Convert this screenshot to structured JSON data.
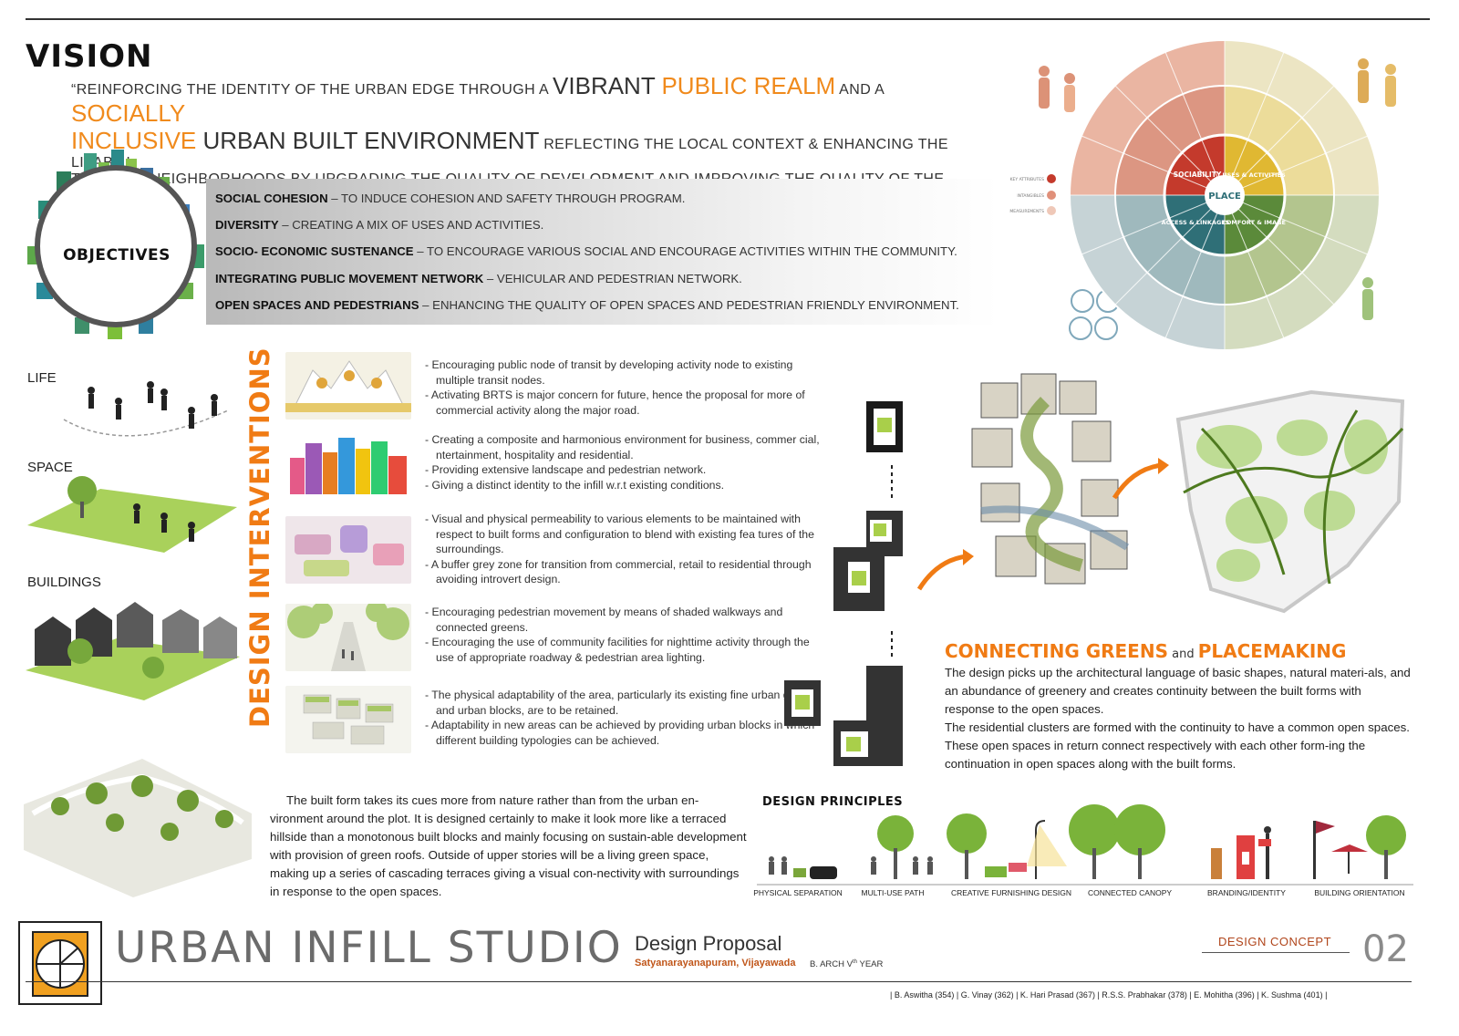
{
  "vision": {
    "title": "VISION",
    "quote_line1": [
      {
        "text": "“REINFORCING THE IDENTITY OF THE URBAN EDGE THROUGH A ",
        "style": "s"
      },
      {
        "text": "VIBRANT ",
        "style": "b"
      },
      {
        "text": "PUBLIC REALM",
        "style": "bo"
      },
      {
        "text": " AND A ",
        "style": "s"
      },
      {
        "text": "SOCIALLY",
        "style": "bo"
      }
    ],
    "quote_line2": [
      {
        "text": "INCLUSIVE",
        "style": "bo"
      },
      {
        "text": " URBAN BUILT ENVIRONMENT",
        "style": "b"
      },
      {
        "text": " REFLECTING THE LOCAL CONTEXT & ENHANCING THE LIVABILI-",
        "style": "s"
      }
    ],
    "quote_line3": "TY OF ALL NEIGHBORHOODS BY UPGRADING THE QUALITY OF DEVELOPMENT AND IMPROVING THE QUALITY OF THE PUBLIC"
  },
  "objectives": {
    "label": "OBJECTIVES",
    "items": [
      {
        "head": "SOCIAL COHESION",
        "text": " – TO INDUCE COHESION AND SAFETY THROUGH PROGRAM."
      },
      {
        "head": "DIVERSITY",
        "text": " – CREATING A MIX OF USES AND ACTIVITIES."
      },
      {
        "head": "SOCIO- ECONOMIC SUSTENANCE",
        "text": " – TO ENCOURAGE VARIOUS SOCIAL AND ENCOURAGE ACTIVITIES WITHIN THE COMMUNITY."
      },
      {
        "head": "INTEGRATING PUBLIC MOVEMENT NETWORK",
        "text": " – VEHICULAR AND PEDESTRIAN NETWORK."
      },
      {
        "head": "OPEN SPACES AND PEDESTRIANS",
        "text": " – ENHANCING THE QUALITY OF OPEN SPACES AND PEDESTRIAN FRIENDLY ENVIRONMENT."
      }
    ]
  },
  "place_diagram": {
    "center": "PLACE",
    "quadrants": [
      "SOCIABILITY",
      "USES & ACTIVITIES",
      "ACCESS & LINKAGES",
      "COMFORT & IMAGE"
    ],
    "legend": [
      "KEY ATTRIBUTES",
      "INTANGIBLES",
      "MEASUREMENTS"
    ],
    "colors": {
      "sociability": "#c43a2c",
      "uses": "#e0b832",
      "access": "#2f6f77",
      "comfort": "#5b8a3a"
    }
  },
  "side_labels": {
    "life": "LIFE",
    "space": "SPACE",
    "buildings": "BUILDINGS"
  },
  "design_interventions": {
    "title": "DESIGN INTERVENTIONS",
    "blocks": [
      [
        "-  Encouraging public node of transit by developing activity node to existing multiple transit nodes.",
        "-  Activating BRTS is major concern for future, hence the proposal for more of commercial activity along the major road."
      ],
      [
        "-  Creating a composite and harmonious environment for business, commer cial, ntertainment, hospitality and residential.",
        "-  Providing extensive landscape and pedestrian network.",
        "-  Giving a distinct identity to the infill w.r.t existing conditions."
      ],
      [
        "-  Visual and physical permeability to various elements to be maintained with respect to built forms and configuration to blend with existing fea tures of the surroundings.",
        "-  A buffer grey zone for transition from commercial, retail to residential through avoiding introvert design."
      ],
      [
        "-  Encouraging pedestrian movement by means of shaded walkways and connected greens.",
        "-  Encouraging the use of community facilities for nighttime activity through the use of appropriate roadway & pedestrian area lighting."
      ],
      [
        "-  The physical adaptability of the area, particularly its existing fine urban grain and urban blocks, are to be retained.",
        "-  Adaptability in new areas can be achieved by providing urban blocks in which different building typologies can be achieved."
      ]
    ]
  },
  "connecting_greens": {
    "title_a": "CONNECTING GREENS",
    "title_and": " and ",
    "title_b": "PLACEMAKING",
    "body": "The design picks up the architectural language of basic shapes, natural materi-als, and an abundance of greenery and creates continuity between the built forms with response to the open spaces.\nThe residential clusters are formed with the continuity to have a common open spaces. These open spaces in return connect respectively with each other form-ing the continuation in open spaces along with the built forms."
  },
  "built_form_text": "The built form takes its cues more from nature rather than from the urban en-vironment around the plot. It is designed certainly to make it look more like a terraced hillside than a monotonous built blocks and mainly focusing on sustain-able development with provision of green roofs. Outside of upper stories will be a living green space, making up a series of cascading terraces giving a visual con-nectivity with surroundings in response to the open spaces.",
  "design_principles": {
    "title": "DESIGN  PRINCIPLES",
    "items": [
      "PHYSICAL SEPARATION",
      "MULTI-USE PATH",
      "CREATIVE FURNISHING DESIGN",
      "CONNECTED CANOPY",
      "BRANDING/IDENTITY",
      "BUILDING ORIENTATION"
    ]
  },
  "footer": {
    "studio": "URBAN INFILL STUDIO",
    "proposal": "Design Proposal",
    "location": "Satyanarayanapuram, Vijayawada",
    "barch": "B. ARCH    V",
    "barch_sup": "th",
    "barch_tail": " YEAR",
    "concept": "DESIGN CONCEPT",
    "page": "02",
    "members": "|  B. Aswitha (354)  |  G. Vinay (362)  |  K. Hari Prasad (367)  |  R.S.S. Prabhakar (378)  |  E. Mohitha (396)  |  K. Sushma (401)  |"
  }
}
